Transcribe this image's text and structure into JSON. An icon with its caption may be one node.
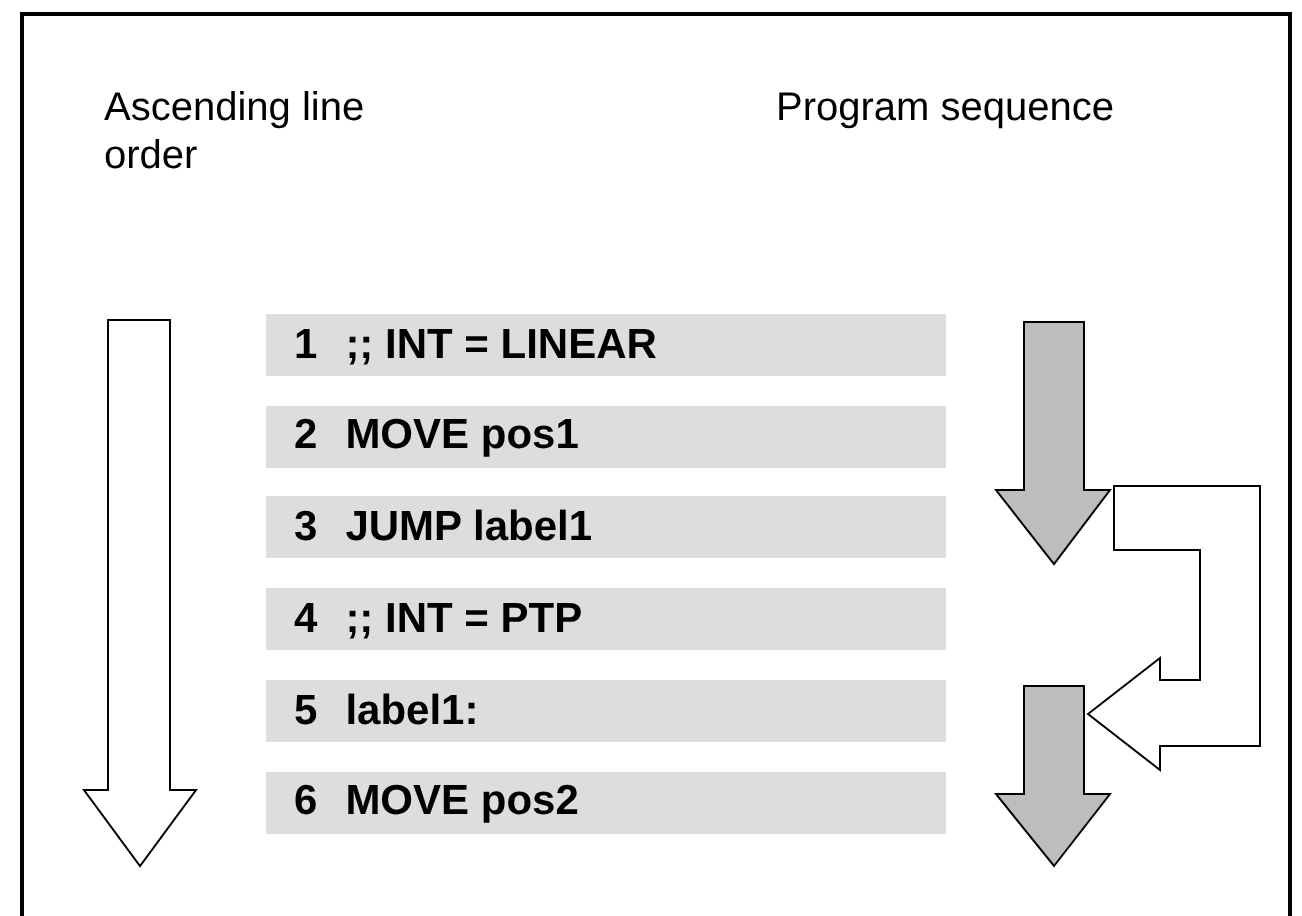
{
  "diagram": {
    "nodes": [
      {
        "text": [
          "1",
          ";; INT = LINEAR"
        ]
      },
      {
        "text": [
          "2",
          "MOVE pos1"
        ]
      },
      {
        "text": [
          "3",
          "JUMP label1"
        ]
      },
      {
        "text": [
          "4",
          ";; INT = PTP"
        ]
      },
      {
        "text": [
          "5",
          "label1:"
        ]
      },
      {
        "text": [
          "6",
          "MOVE pos2"
        ]
      }
    ],
    "labels": [
      "Ascending line order",
      "Program sequence"
    ]
  }
}
